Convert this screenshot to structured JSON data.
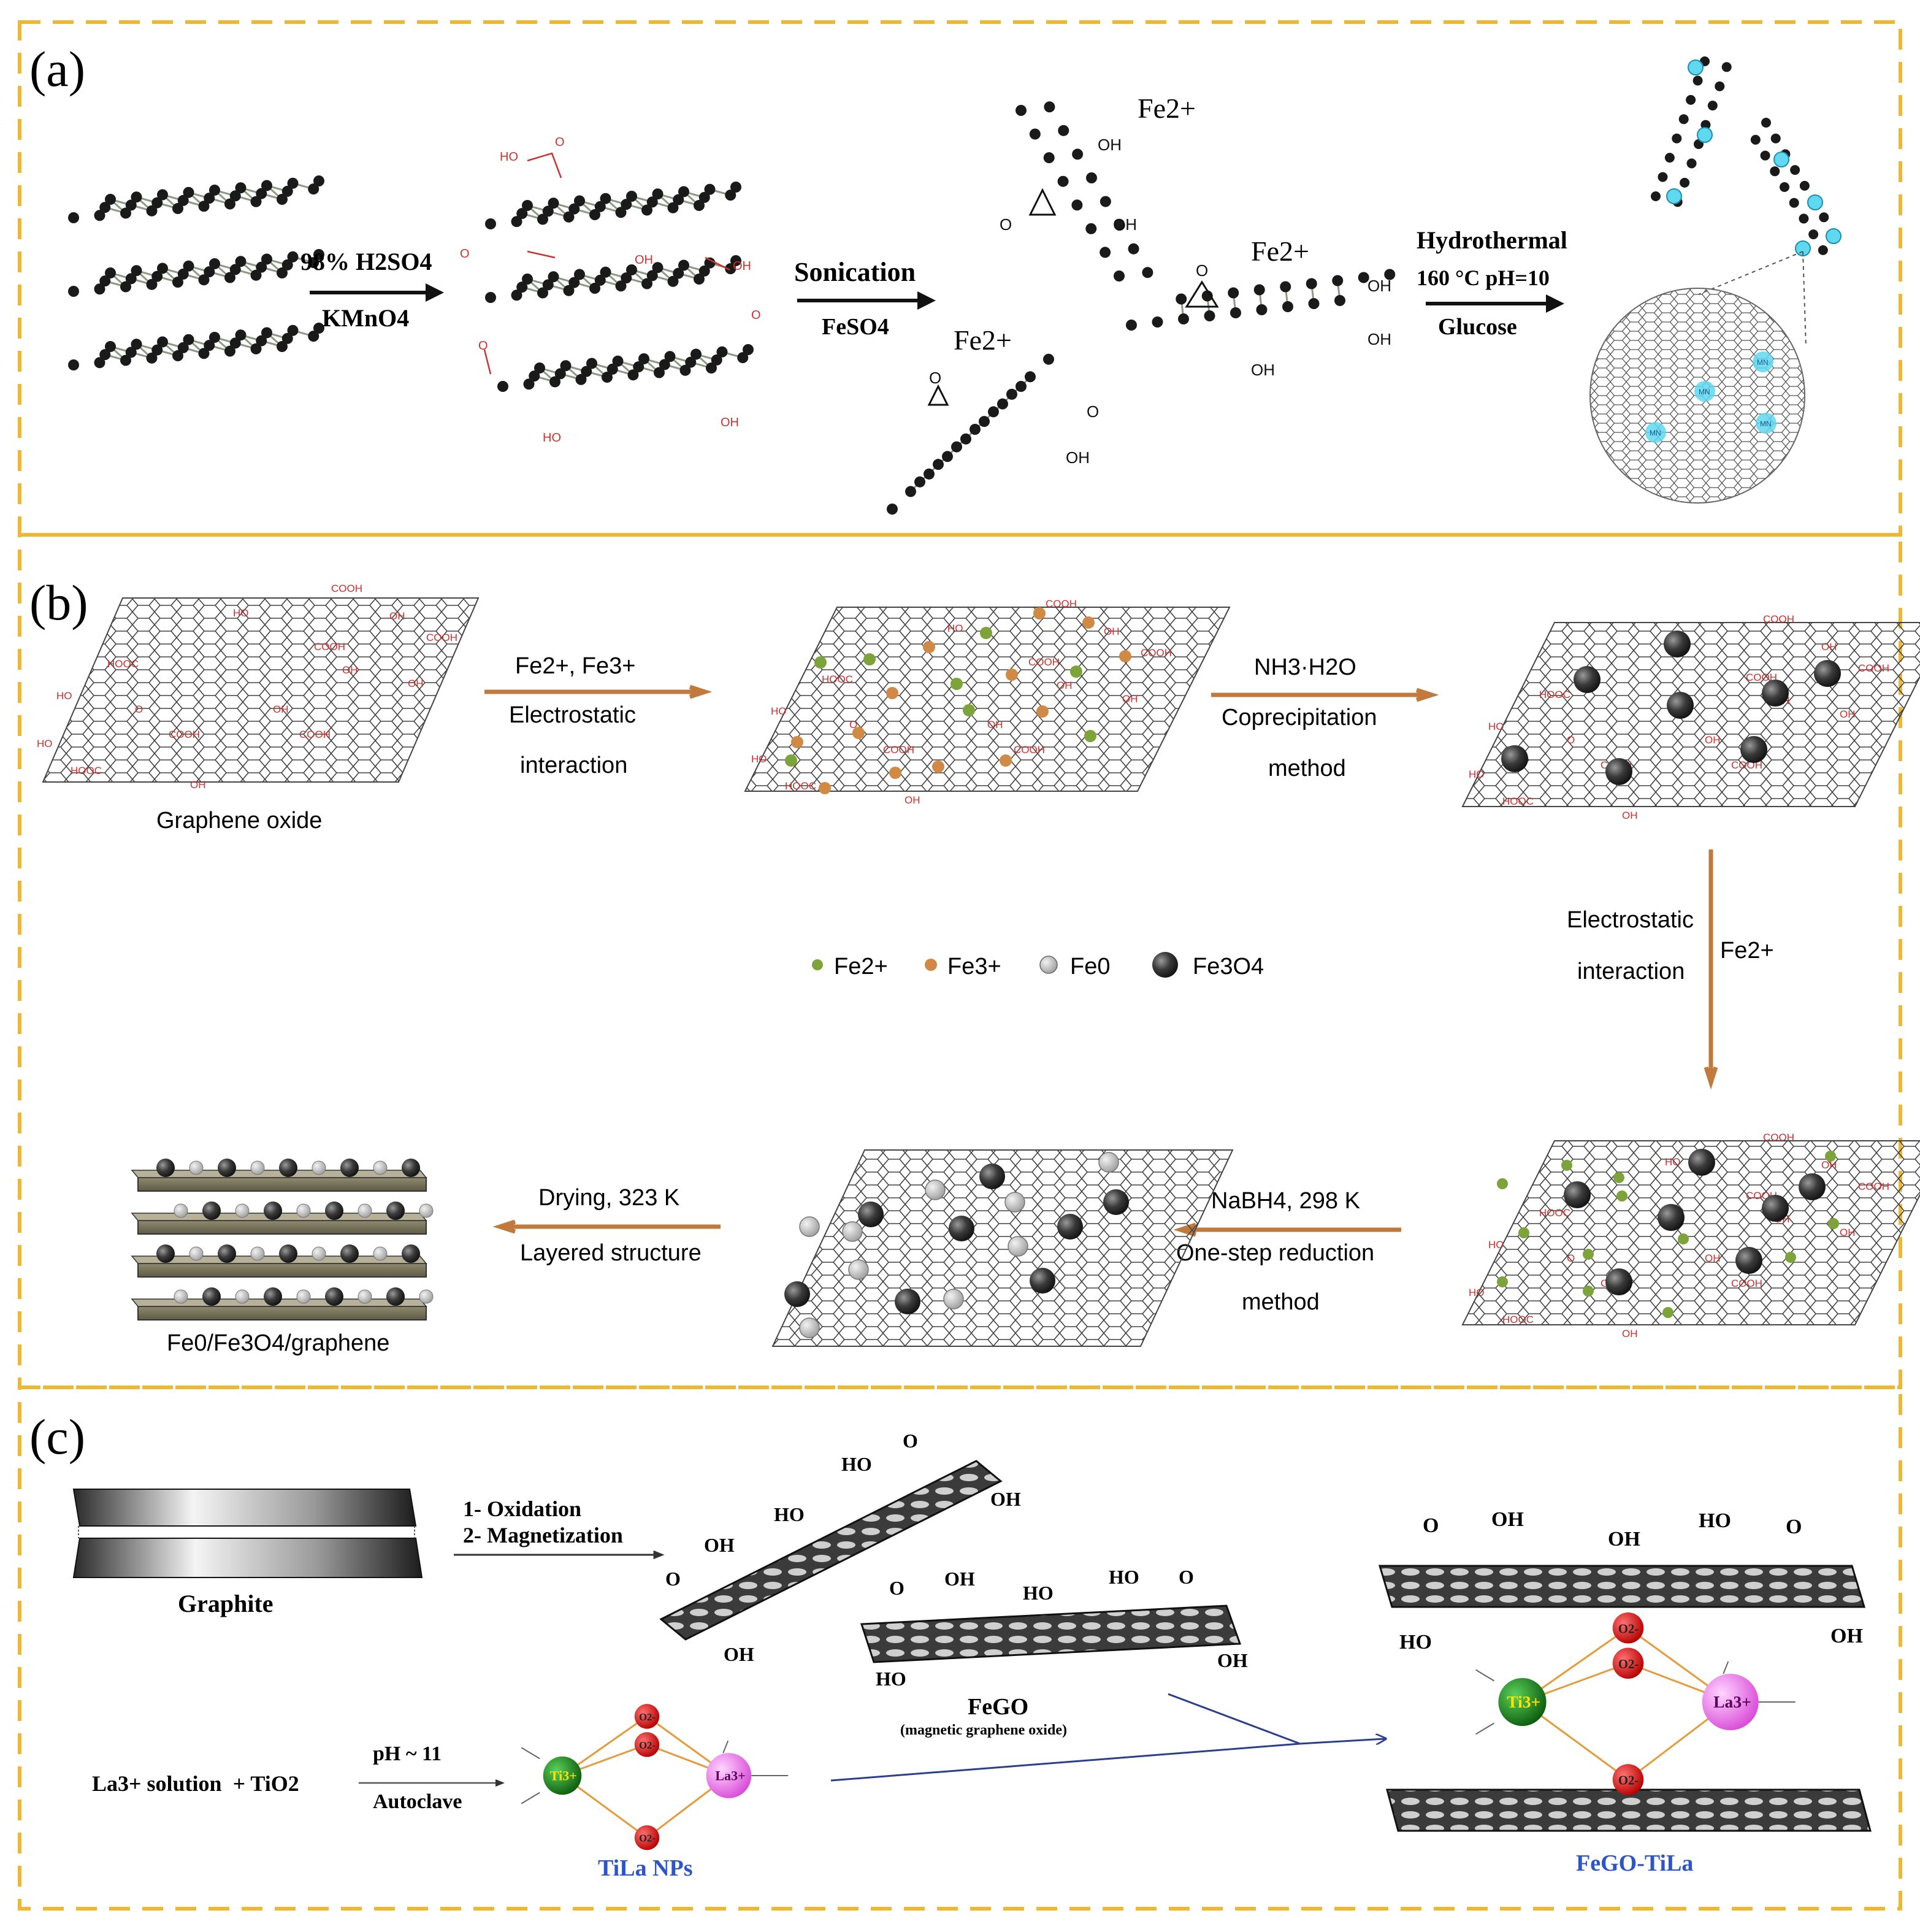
{
  "colors": {
    "panel_border": "#efb82e",
    "ox_group": "#c8322f",
    "fe2": "#7da33b",
    "fe3": "#d08a46",
    "fe0": "#bdbdbd",
    "fe3o4": "#3a3a3a",
    "arrow_brown": "#c17a3c",
    "cyan_site": "#5fd8f0",
    "ti_green": "#1f8a1f",
    "la_pink": "#f07af0",
    "o_red": "#e3141a",
    "tila_blue": "#2b55c8"
  },
  "panel_a": {
    "label": "(a)",
    "step1": {
      "reagent_top": "98% H2SO4",
      "reagent_bottom": "KMnO4"
    },
    "step2": {
      "reagent_top": "Sonication",
      "reagent_bottom": "FeSO4"
    },
    "step3": {
      "reagent_top": "Hydrothermal",
      "reagent_mid": "160 °C pH=10",
      "reagent_bottom": "Glucose"
    },
    "ion_label": "Fe2+",
    "site_label": "MN",
    "groups": {
      "ho": "HO",
      "oh": "OH",
      "o": "O"
    }
  },
  "panel_b": {
    "label": "(b)",
    "go_label": "Graphene oxide",
    "step1": {
      "line1": "Fe2+, Fe3+",
      "line2": "Electrostatic",
      "line3": "interaction"
    },
    "step2": {
      "line1": "NH3·H2O",
      "line2": "Coprecipitation",
      "line3": "method"
    },
    "step3": {
      "line1": "Electrostatic",
      "line2": "interaction",
      "ion": "Fe2+"
    },
    "step4": {
      "line1": "NaBH4, 298 K",
      "line2": "One-step reduction",
      "line3": "method"
    },
    "step5": {
      "line1": "Drying, 323 K",
      "line2": "Layered structure"
    },
    "product_label": "Fe0/Fe3O4/graphene",
    "legend": [
      {
        "label": "Fe2+",
        "color_key": "fe2"
      },
      {
        "label": "Fe3+",
        "color_key": "fe3"
      },
      {
        "label": "Fe0",
        "color_key": "fe0"
      },
      {
        "label": "Fe3O4",
        "color_key": "fe3o4"
      }
    ],
    "groups": {
      "cooh": "COOH",
      "hooc": "HOOC",
      "ho": "HO",
      "oh": "OH",
      "o": "O"
    }
  },
  "panel_c": {
    "label": "(c)",
    "graphite_label": "Graphite",
    "step1": {
      "line1": "1- Oxidation",
      "line2": "2- Magnetization"
    },
    "fego_label": "FeGO",
    "fego_sub": "(magnetic graphene oxide)",
    "step2": {
      "line1": "pH ~ 11",
      "line2": "Autoclave"
    },
    "reactants": "La3+ solution  + TiO2",
    "tila_label": "TiLa NPs",
    "product_label": "FeGO-TiLa",
    "ions": {
      "ti": "Ti3+",
      "la": "La3+",
      "o": "O2-"
    },
    "groups": {
      "ho": "HO",
      "oh": "OH",
      "o": "O"
    }
  }
}
